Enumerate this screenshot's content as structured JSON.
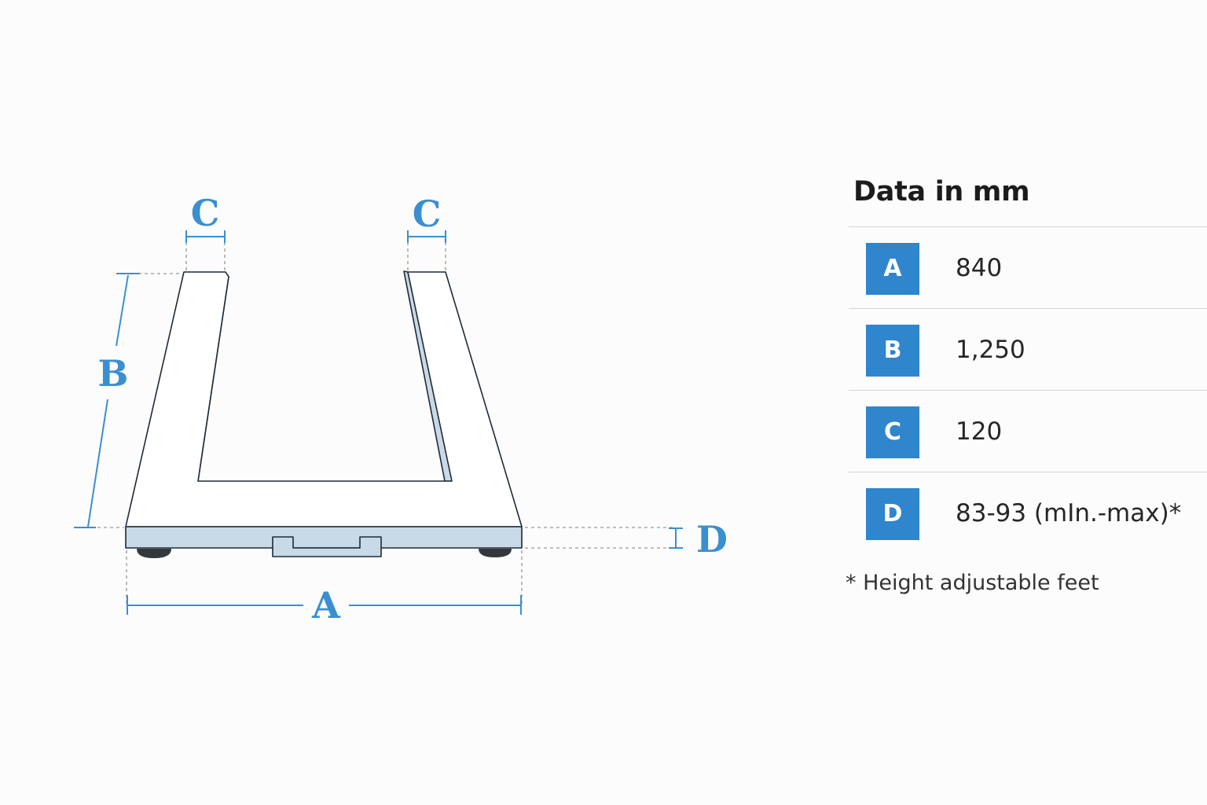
{
  "colors": {
    "accent": "#3a8fd0",
    "badge": "#2f86cc",
    "frame_fill": "#ffffff",
    "frame_edge": "#c8d9e8",
    "outline": "#1e2a36",
    "guide": "#a9a9a9",
    "foot": "#33383d"
  },
  "diagram": {
    "labels": {
      "a": "A",
      "b": "B",
      "c_left": "C",
      "c_right": "C",
      "d": "D"
    }
  },
  "table": {
    "title": "Data in mm",
    "rows": [
      {
        "key": "A",
        "value": "840"
      },
      {
        "key": "B",
        "value": "1,250"
      },
      {
        "key": "C",
        "value": "120"
      },
      {
        "key": "D",
        "value": "83-93 (mIn.-max)*"
      }
    ],
    "footnote": "* Height adjustable feet"
  }
}
